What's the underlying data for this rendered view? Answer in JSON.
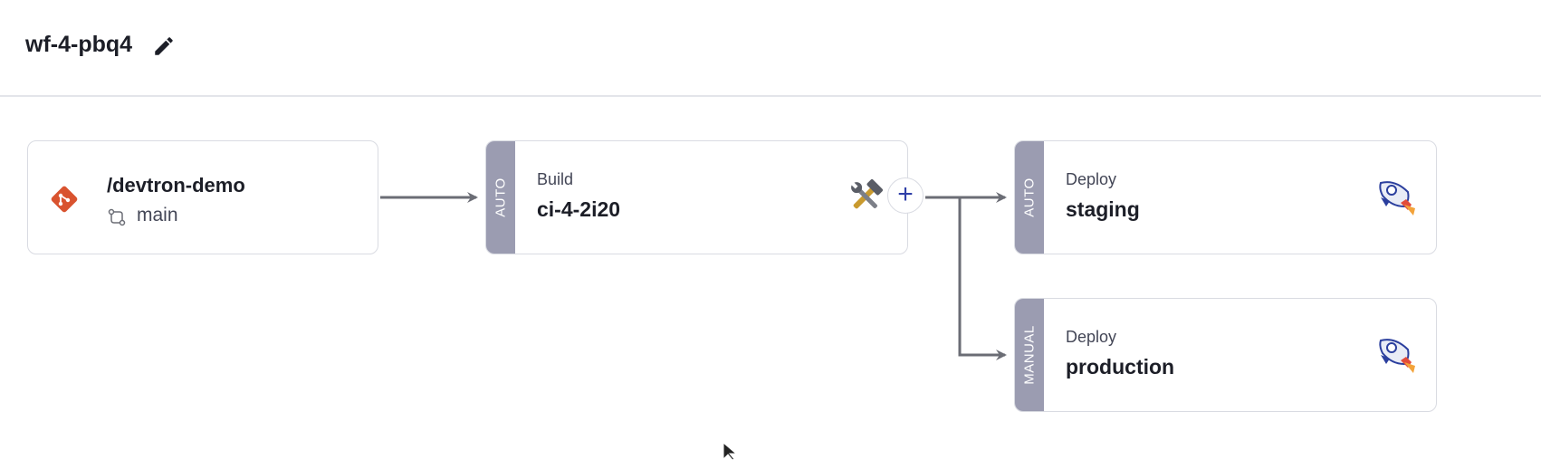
{
  "workflow": {
    "name": "wf-4-pbq4"
  },
  "source": {
    "repo": "/devtron-demo",
    "branch": "main"
  },
  "ci": {
    "trigger": "AUTO",
    "type_label": "Build",
    "name": "ci-4-2i20",
    "add_symbol": "+"
  },
  "cd": [
    {
      "trigger": "AUTO",
      "type_label": "Deploy",
      "env": "staging"
    },
    {
      "trigger": "MANUAL",
      "type_label": "Deploy",
      "env": "production"
    }
  ],
  "icons": {
    "edit": "pencil-icon",
    "git": "git-icon",
    "branch": "branch-icon",
    "build": "tools-icon",
    "deploy": "rocket-icon"
  },
  "colors": {
    "trigger_bar": "#9b9cb1",
    "git": "#d9532f",
    "accent": "#2f3fa8"
  }
}
